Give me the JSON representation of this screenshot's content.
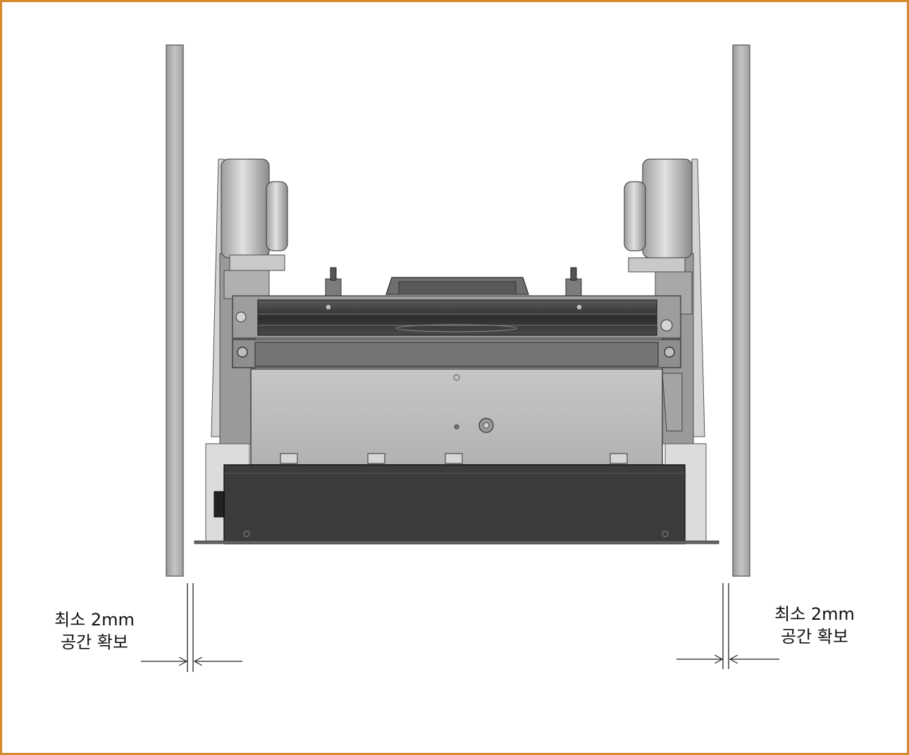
{
  "annotations": {
    "left": {
      "line1": "최소 2mm",
      "line2": "공간 확보"
    },
    "right": {
      "line1": "최소 2mm",
      "line2": "공간 확보"
    }
  },
  "colors": {
    "border": "#d58a2c",
    "wall": "#b3b3b3",
    "wall_edge": "#6a6a6a",
    "body_dark": "#3c3c3c",
    "body_mid": "#8f8f8f",
    "body_light": "#c8c8c8",
    "panel": "#bdbdbd"
  }
}
